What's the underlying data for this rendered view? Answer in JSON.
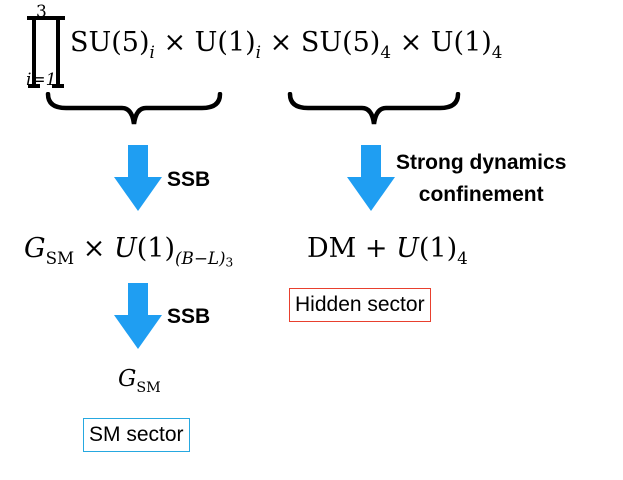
{
  "colors": {
    "arrow": "#1f9ef2",
    "hidden_box_border": "#e8402e",
    "sm_box_border": "#26a8e0",
    "text": "#000000"
  },
  "top": {
    "prod_upper": "3",
    "prod_lower": "i=1",
    "su5_i": "SU(5)",
    "su5_i_sub": "i",
    "times1": " × ",
    "u1_i": "U(1)",
    "u1_i_sub": "i",
    "times2": " × ",
    "su5_4": "SU(5)",
    "su5_4_sub": "4",
    "times3": " × ",
    "u1_4": "U(1)",
    "u1_4_sub": "4"
  },
  "labels": {
    "ssb_1": "SSB",
    "strong_line1": "Strong dynamics",
    "strong_line2": "confinement",
    "ssb_2": "SSB"
  },
  "middle": {
    "g": "G",
    "g_sub": "SM",
    "times": " × ",
    "u": "U",
    "u_rest": "(1)",
    "u_sub": "(B−L)",
    "u_sub_tail": "3"
  },
  "dm": {
    "dm": "DM",
    "plus": " + ",
    "u": "U",
    "u_rest": "(1)",
    "u_sub": "4"
  },
  "bottom": {
    "g": "G",
    "g_sub": "SM"
  },
  "boxes": {
    "hidden": "Hidden sector",
    "sm": "SM sector"
  }
}
